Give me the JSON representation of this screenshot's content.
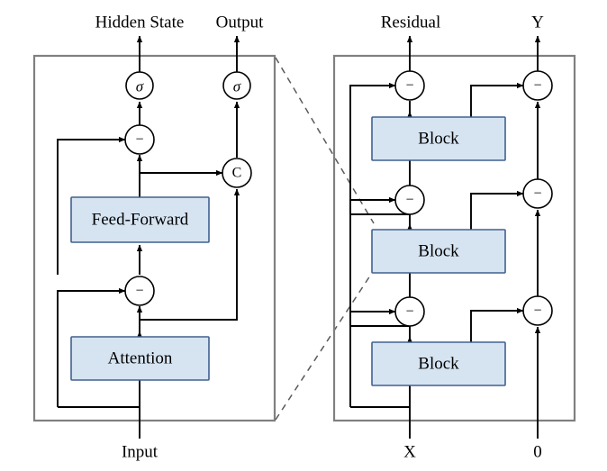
{
  "figure": {
    "title": "",
    "background_color": "#ffffff",
    "panel_border_color": "#808080",
    "wire_color": "#000000",
    "block_fill_color": "#d6e4f2",
    "block_border_color": "#41618f",
    "connector_dash_color": "#5a5a5a"
  },
  "left_panel": {
    "name": "cell-detail-panel",
    "outputs": [
      {
        "id": "hidden-state",
        "label": "Hidden State"
      },
      {
        "id": "output",
        "label": "Output"
      }
    ],
    "inputs": [
      {
        "id": "input",
        "label": "Input"
      }
    ],
    "blocks": [
      {
        "id": "feed-forward",
        "label": "Feed-Forward"
      },
      {
        "id": "attention",
        "label": "Attention"
      }
    ],
    "operators": [
      {
        "id": "sigma-hidden",
        "label": "σ",
        "kind": "sigmoid"
      },
      {
        "id": "sigma-output",
        "label": "σ",
        "kind": "sigmoid"
      },
      {
        "id": "minus-ff",
        "label": "−",
        "kind": "subtract"
      },
      {
        "id": "minus-attn",
        "label": "−",
        "kind": "subtract"
      },
      {
        "id": "concat",
        "label": "C",
        "kind": "concat"
      }
    ]
  },
  "right_panel": {
    "name": "stacked-blocks-panel",
    "outputs": [
      {
        "id": "residual",
        "label": "Residual"
      },
      {
        "id": "y",
        "label": "Y"
      }
    ],
    "inputs": [
      {
        "id": "x",
        "label": "X"
      },
      {
        "id": "zero",
        "label": "0"
      }
    ],
    "blocks": [
      {
        "id": "block-top",
        "label": "Block"
      },
      {
        "id": "block-mid",
        "label": "Block"
      },
      {
        "id": "block-bottom",
        "label": "Block"
      }
    ],
    "operators": [
      {
        "id": "minus-left-top",
        "label": "−",
        "kind": "subtract"
      },
      {
        "id": "minus-left-mid",
        "label": "−",
        "kind": "subtract"
      },
      {
        "id": "minus-left-bottom",
        "label": "−",
        "kind": "subtract"
      },
      {
        "id": "minus-right-top",
        "label": "−",
        "kind": "subtract"
      },
      {
        "id": "minus-right-mid",
        "label": "−",
        "kind": "subtract"
      },
      {
        "id": "minus-right-bottom",
        "label": "−",
        "kind": "subtract"
      }
    ]
  }
}
